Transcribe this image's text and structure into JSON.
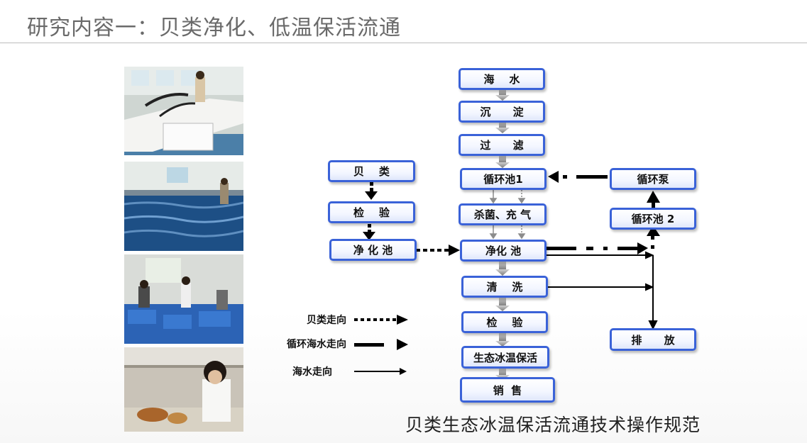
{
  "title": "研究内容一：贝类净化、低温保活流通",
  "caption": "贝类生态冰温保活流通技术操作规范",
  "flow": {
    "seawater": "海    水",
    "settle": "沉      淀",
    "filter": "过      滤",
    "circ_pool_1": "循环池1",
    "sterilize": "杀菌、充 气",
    "purify_pool": "净化 池",
    "wash": "清    洗",
    "inspect_2": "检    验",
    "cold_preserve": "生态冰温保活",
    "sales": "销  售",
    "shellfish": "贝    类",
    "inspect_1": "检    验",
    "purify_pool_left": "净 化 池",
    "circ_pump": "循环泵",
    "circ_pool_2": "循环池 2",
    "discharge": "排      放"
  },
  "legend": {
    "shellfish_flow": "贝类走向",
    "recirc_flow": "循环海水走向",
    "seawater_flow": "海水走向"
  },
  "colors": {
    "box_border": "#3a62d8",
    "title_text": "#6a6a6a",
    "arrow": "#000000",
    "gray_arrow": "#8c8c8c"
  }
}
